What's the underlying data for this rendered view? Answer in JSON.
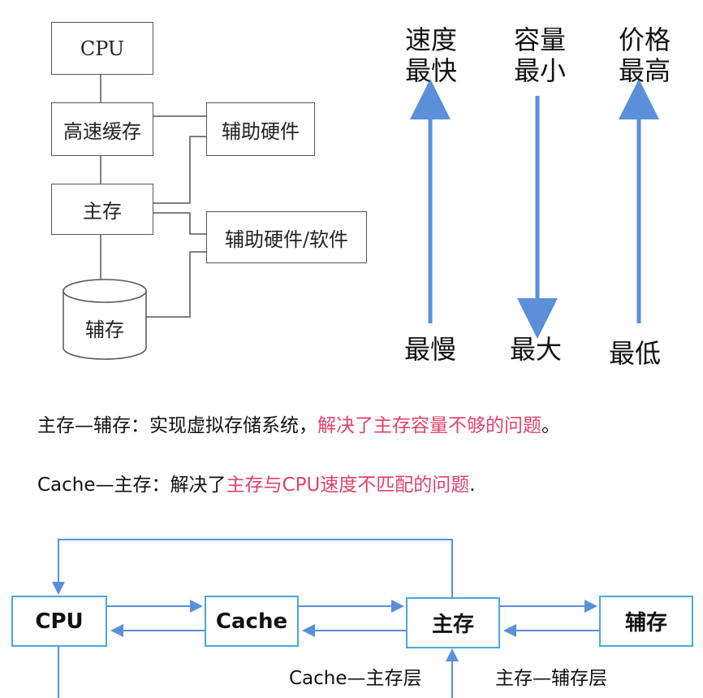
{
  "hierarchy": {
    "cpu": "CPU",
    "cache": "高速缓存",
    "main_memory": "主存",
    "aux_storage": "辅存",
    "aux_hw": "辅助硬件",
    "aux_hw_sw": "辅助硬件/软件"
  },
  "scales": {
    "speed": {
      "top": "速度\n最快",
      "bottom": "最慢"
    },
    "capacity": {
      "top": "容量\n最小",
      "bottom": "最大"
    },
    "price": {
      "top": "价格\n最高",
      "bottom": "最低"
    }
  },
  "sentences": {
    "line1_prefix": "主存—辅存：实现虚拟存储系统，",
    "line1_highlight": "解决了主存容量不够的问题",
    "line1_suffix": "。",
    "line2_prefix": "Cache—主存：解决了",
    "line2_highlight": "主存与CPU速度不匹配的问题",
    "line2_suffix": "."
  },
  "flow": {
    "cpu": "CPU",
    "cache": "Cache",
    "main": "主存",
    "aux": "辅存",
    "layer1": "Cache—主存层",
    "layer2": "主存—辅存层"
  },
  "colors": {
    "arrow_blue": "#5b8fd9",
    "highlight": "#e0426a",
    "box_border": "#4aa8d8"
  }
}
